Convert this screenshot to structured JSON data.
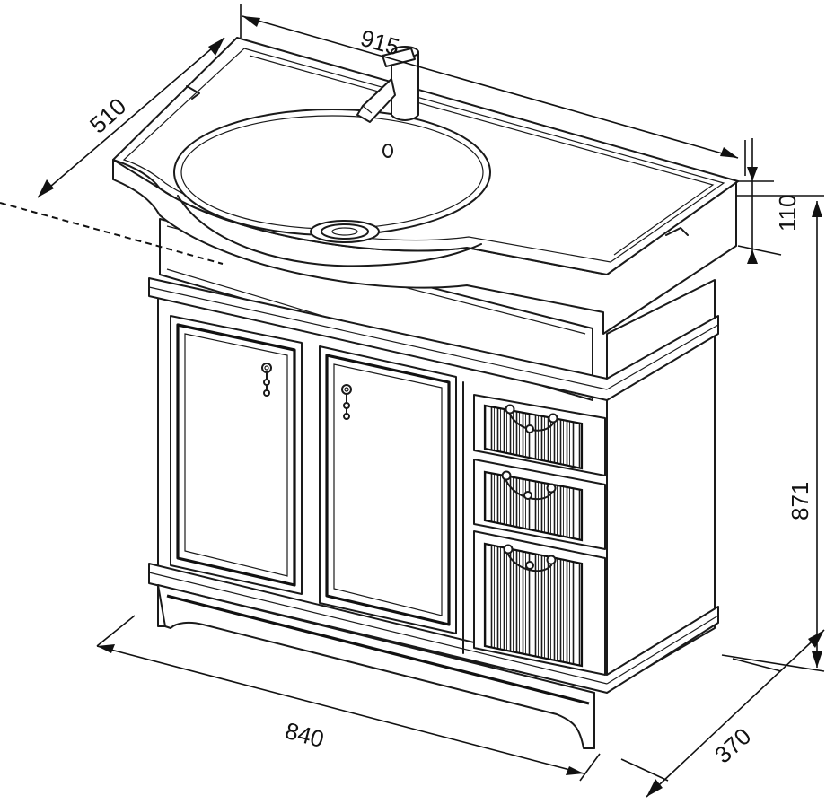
{
  "dimensions": {
    "sink_width": "915",
    "sink_depth": "510",
    "sink_height": "110",
    "cabinet_height": "871",
    "cabinet_width": "840",
    "cabinet_depth": "370"
  },
  "colors": {
    "line": "#1a1a1a",
    "background": "#ffffff"
  }
}
